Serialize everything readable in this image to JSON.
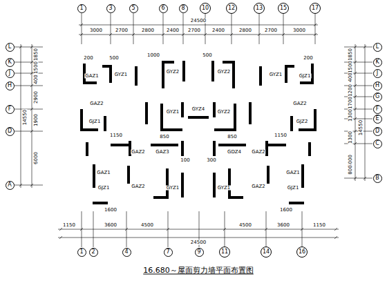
{
  "diagram": {
    "title": "16.680～屋面剪力墙平面布置图",
    "nodes": [
      {
        "text": [
          "1"
        ]
      },
      {
        "text": [
          "3"
        ]
      },
      {
        "text": [
          "5"
        ]
      },
      {
        "text": [
          "6"
        ]
      },
      {
        "text": [
          "8"
        ]
      },
      {
        "text": [
          "10"
        ]
      },
      {
        "text": [
          "12"
        ]
      },
      {
        "text": [
          "13"
        ]
      },
      {
        "text": [
          "15"
        ]
      },
      {
        "text": [
          "17"
        ]
      },
      {
        "text": [
          "L"
        ]
      },
      {
        "text": [
          "K"
        ]
      },
      {
        "text": [
          "J"
        ]
      },
      {
        "text": [
          "H"
        ]
      },
      {
        "text": [
          "F"
        ]
      },
      {
        "text": [
          "D"
        ]
      },
      {
        "text": [
          "A"
        ]
      },
      {
        "text": [
          "L"
        ]
      },
      {
        "text": [
          "K"
        ]
      },
      {
        "text": [
          "J"
        ]
      },
      {
        "text": [
          "H"
        ]
      },
      {
        "text": [
          "G"
        ]
      },
      {
        "text": [
          "F"
        ]
      },
      {
        "text": [
          "E"
        ]
      },
      {
        "text": [
          "D"
        ]
      },
      {
        "text": [
          "C"
        ]
      },
      {
        "text": [
          "B"
        ]
      },
      {
        "text": [
          "1"
        ]
      },
      {
        "text": [
          "2"
        ]
      },
      {
        "text": [
          "4"
        ]
      },
      {
        "text": [
          "7"
        ]
      },
      {
        "text": [
          "9"
        ]
      },
      {
        "text": [
          "11"
        ]
      },
      {
        "text": [
          "14"
        ]
      },
      {
        "text": [
          "16"
        ]
      }
    ],
    "labels": [
      "24500",
      "3000",
      "2700",
      "2800",
      "2400",
      "2700",
      "2400",
      "2800",
      "2700",
      "3000",
      "24500",
      "1150",
      "3600",
      "4500",
      "4500",
      "3600",
      "1150",
      "1850",
      "1500",
      "400",
      "2900",
      "1900",
      "6000",
      "14550",
      "1850",
      "1500",
      "400",
      "1200",
      "1700",
      "1300",
      "1300",
      "5000",
      "800",
      "14550",
      "GAZ1",
      "GYZ1",
      "GYZ2",
      "GAZ2",
      "GJZ1",
      "GYZ1",
      "GYZ4",
      "GAZ2",
      "GAZ3",
      "GAZ1",
      "GJZ1",
      "GYZ1",
      "GAZ2",
      "GJZ1",
      "GYZ1",
      "GYZ2",
      "GAZ2",
      "GJZ2",
      "GYZ2",
      "GAZ2",
      "GDZ4",
      "GAZ1",
      "GJZ1",
      "GYZ1",
      "GAZ2",
      "200",
      "500",
      "1000",
      "500",
      "200",
      "1150",
      "850",
      "850",
      "1150",
      "1600",
      "1600",
      "100",
      "300"
    ]
  }
}
